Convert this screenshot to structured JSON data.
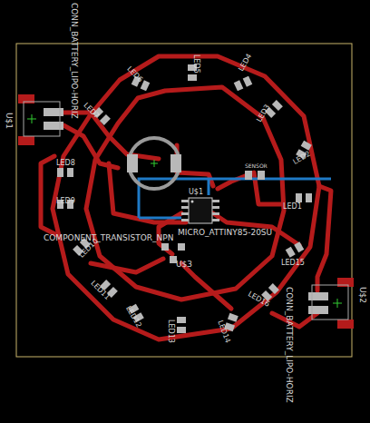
{
  "diagram": {
    "labels": [
      "CONN_BATTERY_LIPO-HORIZ",
      "U$1",
      "LED7",
      "LED6",
      "LED5",
      "LED4",
      "LED3",
      "LED2",
      "LED1",
      "LED16",
      "LED15",
      "LED14",
      "LED13",
      "LED12",
      "LED11",
      "LED10",
      "LED9",
      "LED8",
      "SENSOR",
      "U$1",
      "MICRO_ATTINY85-20SU",
      "COMPONENT_TRANSISTOR_NPN",
      "U$3",
      "CONN_BATTERY_LIPO-HORIZ",
      "U$2"
    ]
  }
}
